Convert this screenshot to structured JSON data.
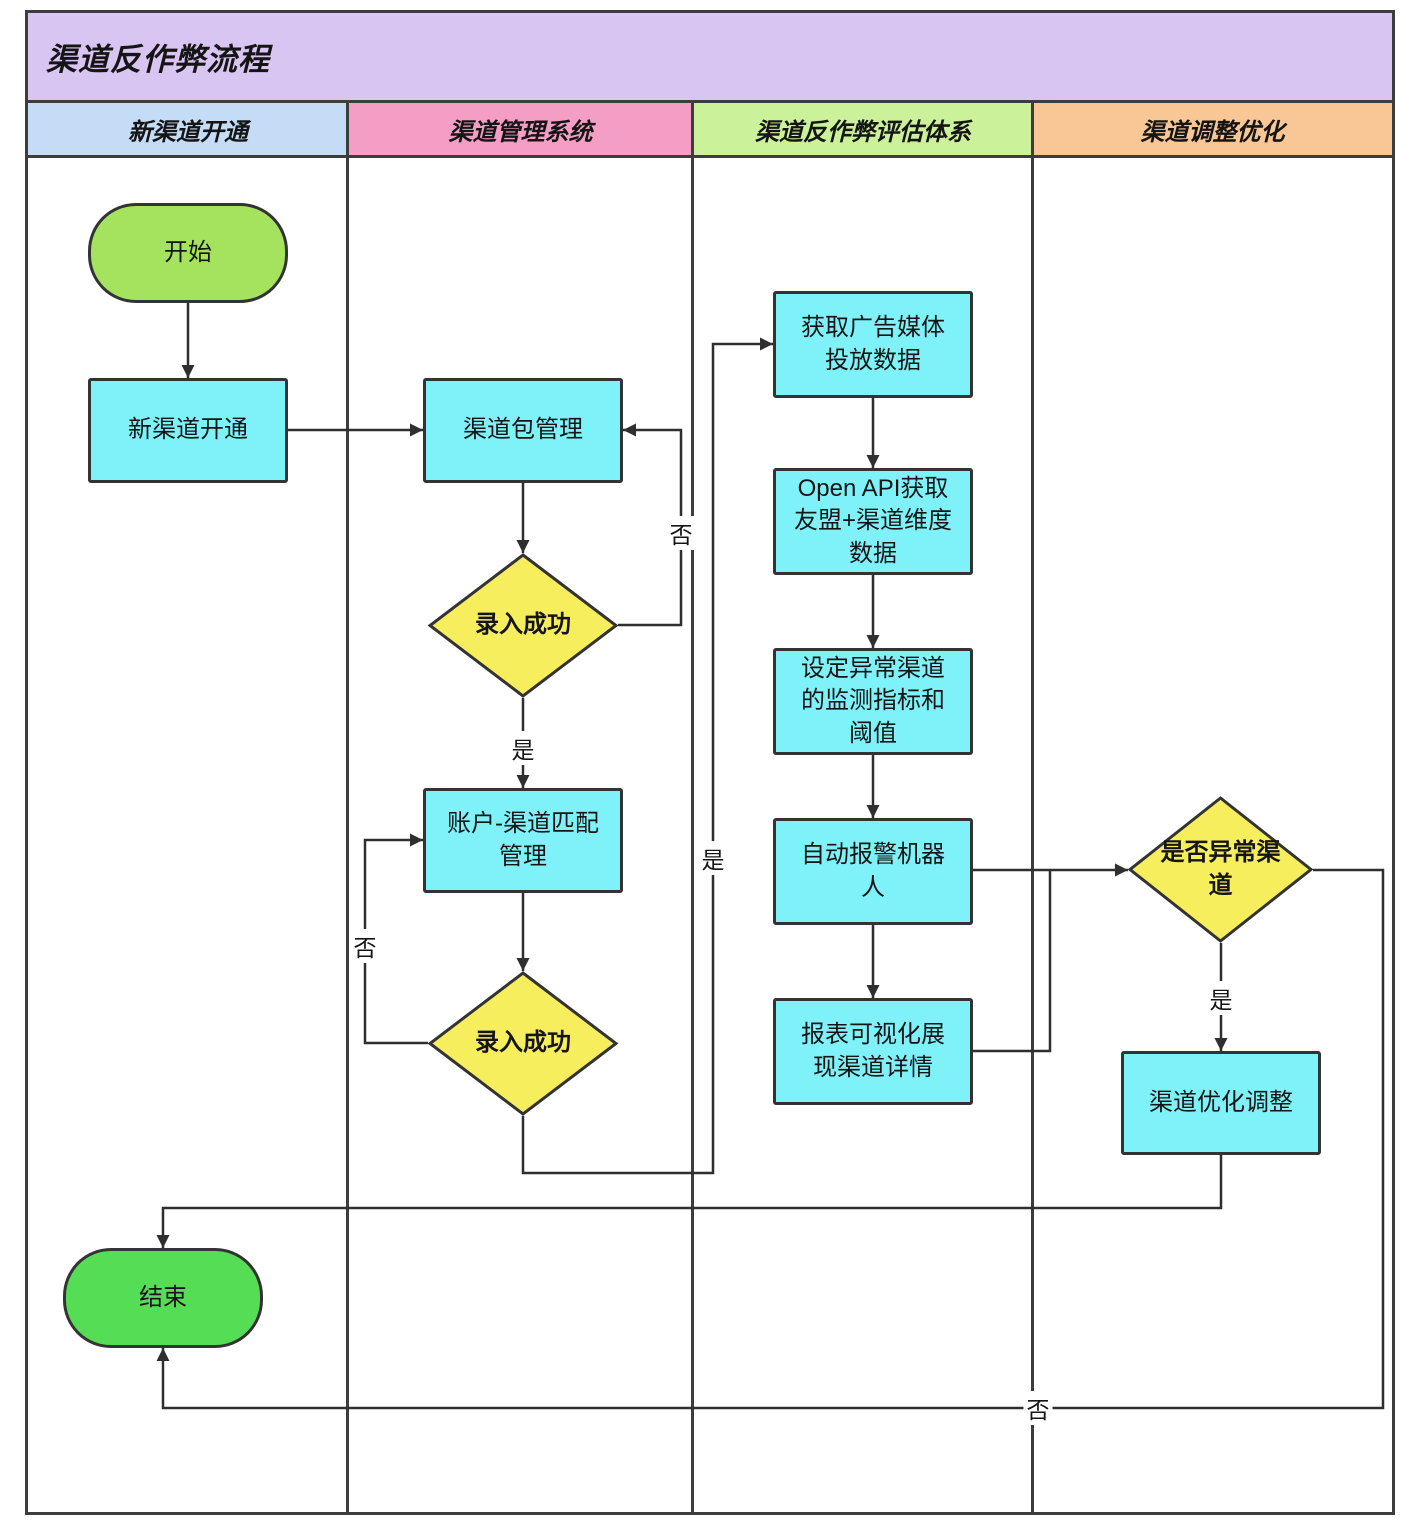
{
  "title": "渠道反作弊流程",
  "lanes": {
    "lane1": "新渠道开通",
    "lane2": "渠道管理系统",
    "lane3": "渠道反作弊评估体系",
    "lane4": "渠道调整优化"
  },
  "nodes": {
    "start": "开始",
    "new_channel_open": "新渠道开通",
    "channel_package_mgmt": "渠道包管理",
    "entry_success_1": "录入成功",
    "account_channel_match": "账户-渠道匹配管理",
    "entry_success_2": "录入成功",
    "get_ad_media_data": "获取广告媒体投放数据",
    "open_api_data": "Open API获取友盟+渠道维度数据",
    "set_abnormal_metrics": "设定异常渠道的监测指标和阈值",
    "auto_alarm_robot": "自动报警机器人",
    "report_visualization": "报表可视化展现渠道详情",
    "is_abnormal_channel": "是否异常渠道",
    "channel_optimization": "渠道优化调整",
    "end": "结束"
  },
  "edge_labels": {
    "entry1_no": "否",
    "entry1_yes": "是",
    "entry2_no": "否",
    "entry2_yes": "是",
    "abnormal_yes": "是",
    "abnormal_no": "否"
  },
  "colors": {
    "title_bg": "#d9c5f2",
    "lane1_header_bg": "#c5dcf7",
    "lane2_header_bg": "#f59ec5",
    "lane3_header_bg": "#cbf29b",
    "lane4_header_bg": "#f8c795",
    "process_fill": "#7ef2f8",
    "decision_fill": "#f7ee5e",
    "start_fill": "#a5e35f",
    "end_fill": "#56dd56",
    "line": "#2f2f2f",
    "border": "#333333"
  }
}
